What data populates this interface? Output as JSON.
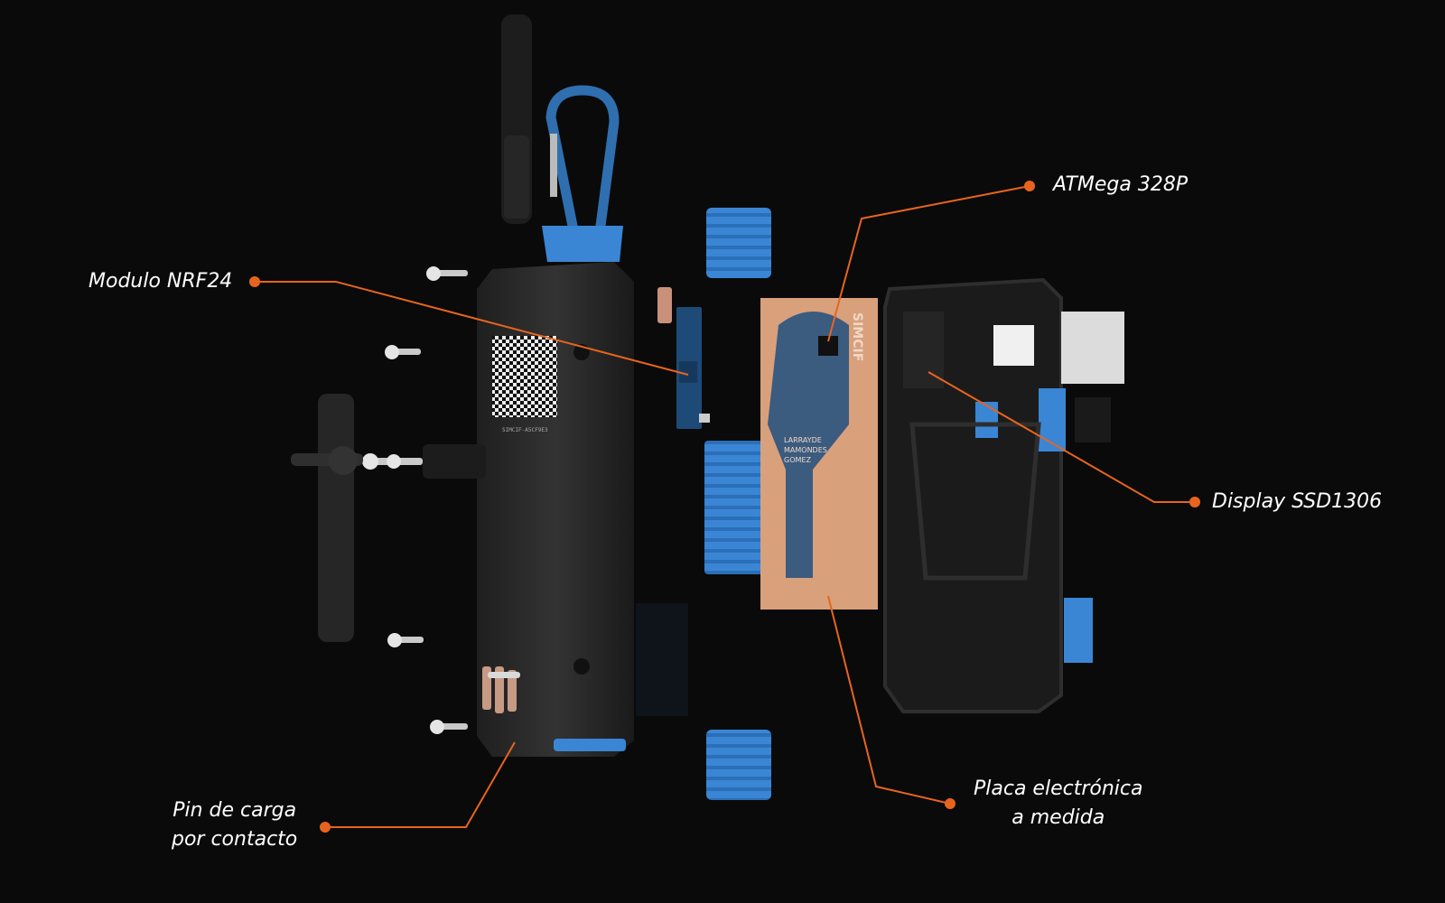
{
  "labels": {
    "nrf24": "Modulo NRF24",
    "atmega": "ATMega 328P",
    "display": "Display SSD1306",
    "placa_line1": "Placa electrónica",
    "placa_line2": "a medida",
    "pin_line1": "Pin de carga",
    "pin_line2": "por contacto"
  },
  "device_text": {
    "serial": "SIMCIF-A5CF9E3",
    "pcb_brand": "SIMCIF",
    "pcb_names": [
      "LARRAYDE",
      "MAMONDES",
      "GOMEZ"
    ]
  },
  "colors": {
    "background": "#0a0a0a",
    "callout": "#e8641e",
    "housing": "#2b2b2b",
    "accent_blue": "#3a86d4",
    "pcb_copper": "#d9a07c",
    "pcb_blue": "#1f4f80"
  }
}
